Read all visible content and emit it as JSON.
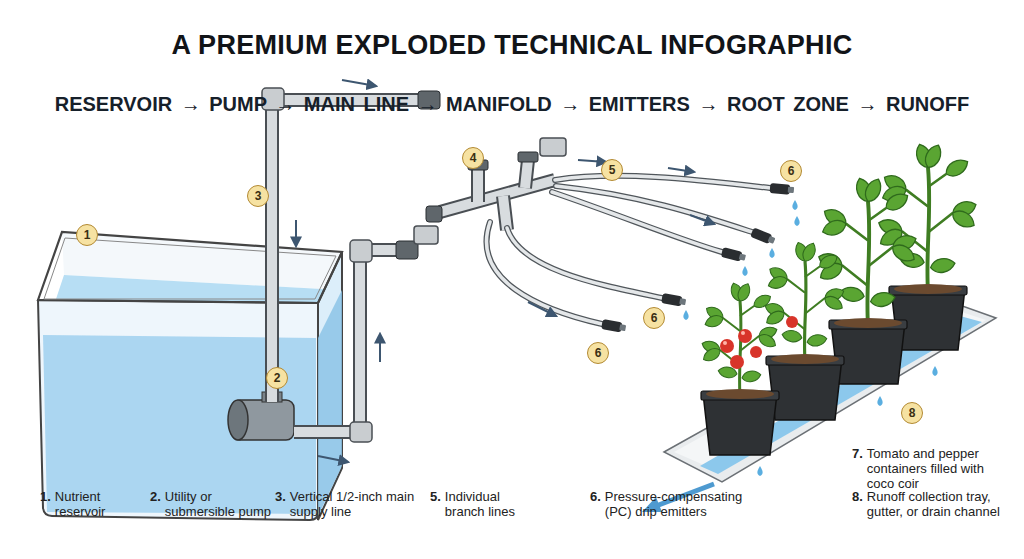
{
  "diagram": {
    "title": "A PREMIUM EXPLODED TECHNICAL INFOGRAPHIC",
    "nodes": [
      {
        "text": [
          "1"
        ]
      },
      {
        "text": [
          "2"
        ]
      },
      {
        "text": [
          "3"
        ]
      },
      {
        "text": [
          "4"
        ]
      },
      {
        "text": [
          "5"
        ]
      },
      {
        "text": [
          "6"
        ]
      },
      {
        "text": [
          "6"
        ]
      },
      {
        "text": [
          "6"
        ]
      },
      {
        "text": [
          "8"
        ]
      }
    ],
    "labels": [
      "RESERVOIR → PUMP → MAIN LINE → MANIFOLD → EMITTERS → ROOT ZONE → RUNOFF",
      "1.",
      "Nutrient reservoir",
      "2.",
      "Utility or submersible pump",
      "3.",
      "Vertical 1/2-inch main supply line",
      "5.",
      "Individual branch lines",
      "6.",
      "Pressure-compensating (PC) drip emitters",
      "7.",
      "Tomato and pepper containers filled with coco coir",
      "8.",
      "Runoff collection tray, gutter, or drain channel"
    ]
  }
}
